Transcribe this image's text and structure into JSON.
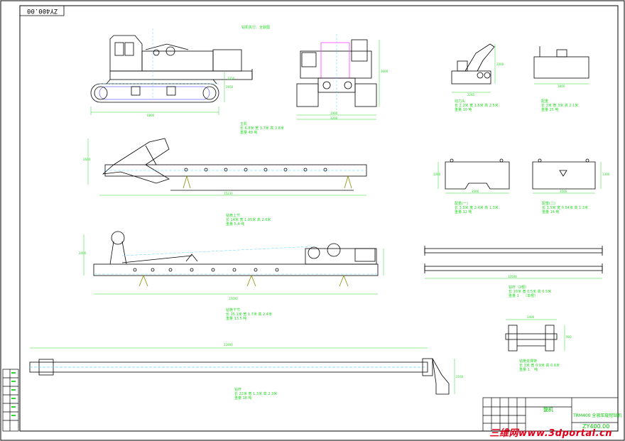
{
  "stamp": "ZY400.00",
  "heading": "钻机执行、全貌图",
  "views": {
    "main_machine": {
      "width": "6800",
      "height": "2950",
      "base": "3350",
      "caption": "主机\n长 6.8米 宽 3.7米 高 3.6米\n重量 48 吨"
    },
    "front_view": {
      "w1": "1900",
      "w2": "3200",
      "h": "3600"
    },
    "small_equipment_1": {
      "w": "2285",
      "h": "2000",
      "caption": "动力头\n长 2.2米 宽 1.6米 高 2.5米\n重量 10 吨"
    },
    "counterweight_1": {
      "w": "3800",
      "caption": "配重\n长 3米 宽 3米 高 2.1米\n重量 25 吨"
    },
    "mast": {
      "w": "15230",
      "h": "2600",
      "caption": "钻桅上节\n长 14米 宽 1.05米 高 2.6米\n重量 5.4 吨"
    },
    "counterweight_a": {
      "w": "3500",
      "h": "1000",
      "caption": "配重(一)\n长 3.5米 宽 2.4米 高 1.3米\n重量 12 吨"
    },
    "counterweight_b": {
      "w": "3500",
      "h": "1300",
      "caption": "配重(二)\n长 3.5米 宽 0.54米 高 1.3米\n重量 14 吨"
    },
    "boom": {
      "w": "15000",
      "h": "2400",
      "caption": "钻桅下节\n长 15.1米 宽 1.7米 高 2.4米\n重量 13.5 吨"
    },
    "rods": {
      "w": "10500",
      "caption": "钻杆（2根）\n长 10米 宽 0.5米 高 0.5米\n重量 1    （单根）"
    },
    "tripod": {
      "w": "2400",
      "h": "900",
      "caption": "钻桅支撑架\n长 3米 宽 0.9米 高 0.6米\n重量 1    吨"
    },
    "kelly": {
      "w": "22800",
      "h": "2100",
      "caption": "钻杆\n长 22米 宽 1.3米 高 2.3米\n重量 18 吨"
    }
  },
  "title_block": {
    "name": "整机",
    "description": "TRM400 全液压旋挖钻机",
    "drawing_no": "ZY400.00"
  },
  "watermark": "三维网www.3dportal.cn"
}
